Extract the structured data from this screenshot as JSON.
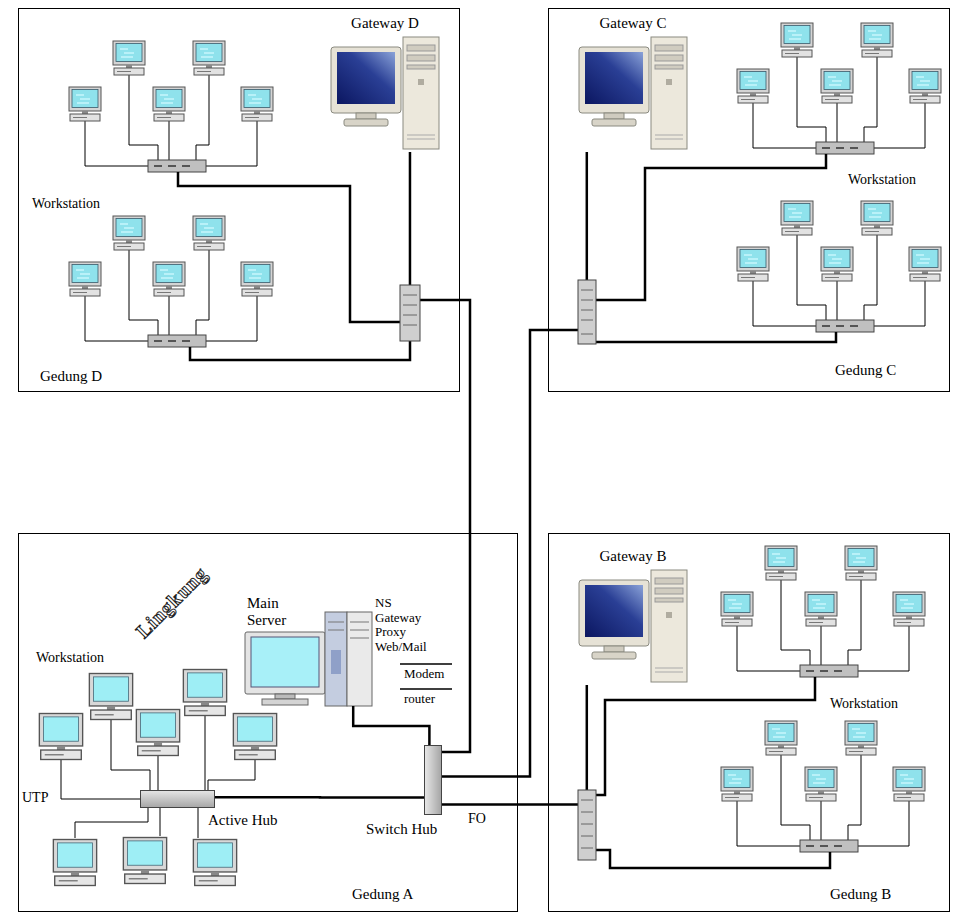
{
  "diagram": {
    "nodes": [
      {
        "text": [
          "Gedung D"
        ]
      },
      {
        "text": [
          "Gateway D"
        ],
        "in": 0
      },
      {
        "text": [
          "Gedung C"
        ]
      },
      {
        "text": [
          "Gateway C"
        ],
        "in": 2
      },
      {
        "text": [
          "Gedung A"
        ]
      },
      {
        "text": [
          "Main Server"
        ],
        "in": 4
      },
      {
        "text": [
          "NS Gateway Proxy Web/Mail"
        ],
        "in": 4
      },
      {
        "text": [
          "Active Hub"
        ],
        "in": 4
      },
      {
        "text": [
          "Switch Hub"
        ],
        "in": 4
      },
      {
        "text": [
          "Gedung B"
        ]
      },
      {
        "text": [
          "Gateway B"
        ],
        "in": 9
      }
    ],
    "edges": [
      {
        "from": 8,
        "to": 7,
        "arrow": "none"
      },
      {
        "from": 8,
        "to": 6,
        "arrow": "none"
      },
      {
        "from": 8,
        "to": 1,
        "arrow": "none"
      },
      {
        "from": 8,
        "to": 3,
        "arrow": "none"
      },
      {
        "from": 8,
        "to": 10,
        "arrow": "none"
      }
    ],
    "labels": [
      "Workstation",
      "Workstation",
      "Lingkung",
      "Workstation",
      "Modem",
      "router",
      "UTP",
      "FO",
      "Workstation"
    ]
  }
}
